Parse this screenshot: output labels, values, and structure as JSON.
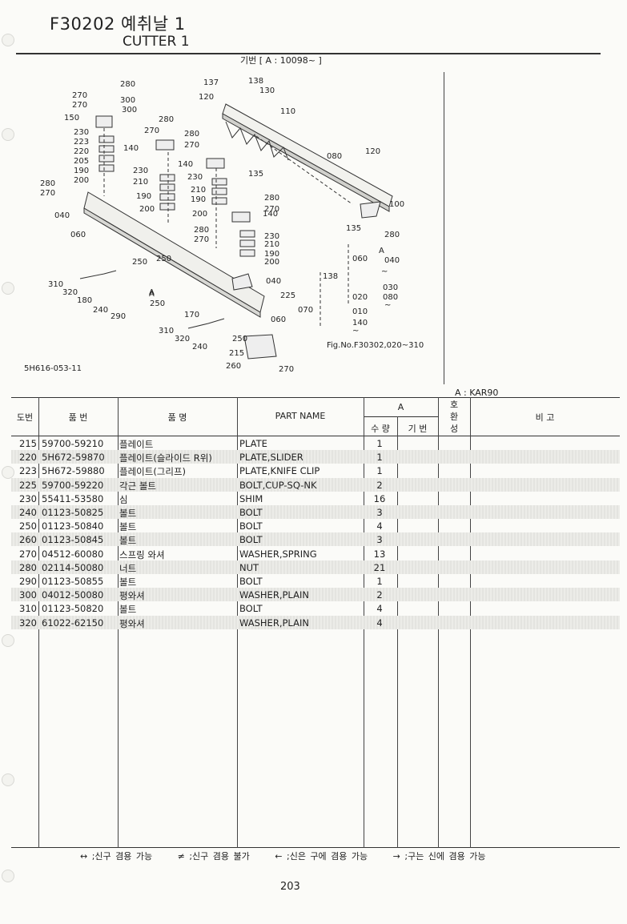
{
  "header": {
    "code_title": "F30202  예취날 1",
    "en_title": "CUTTER 1",
    "serial_range": "기번 [ A : 10098~ ]"
  },
  "diagram": {
    "doc_code": "5H616-053-11",
    "fig_ref": "Fig.No.F30302,020~310",
    "callouts": [
      "280",
      "270",
      "300",
      "270",
      "300",
      "150",
      "230",
      "223",
      "220",
      "205",
      "190",
      "200",
      "280",
      "270",
      "040",
      "060",
      "250",
      "310",
      "320",
      "180",
      "240",
      "290",
      "A",
      "280",
      "270",
      "140",
      "230",
      "210",
      "190",
      "200",
      "137",
      "138",
      "120",
      "130",
      "110",
      "280",
      "270",
      "140",
      "230",
      "210",
      "190",
      "200",
      "280",
      "270",
      "280",
      "270",
      "140",
      "230",
      "210",
      "190",
      "200",
      "135",
      "080",
      "120",
      "100",
      "135",
      "250",
      "040",
      "225",
      "A",
      "250",
      "060",
      "170",
      "310",
      "320",
      "240",
      "250",
      "215",
      "260",
      "270",
      "280",
      "A",
      "040",
      "~",
      "060",
      "030",
      "080",
      "~",
      "138",
      "020",
      "070",
      "010",
      "140",
      "~",
      "280"
    ]
  },
  "variant_label": "A : KAR90",
  "table": {
    "headers": {
      "no": "도번",
      "part_no": "품   번",
      "name_kr": "품         명",
      "name_en": "PART  NAME",
      "group_a": "A",
      "qty": "수 량",
      "serial": "기 번",
      "compat": "호 환 성",
      "remarks": "비      고"
    },
    "rows": [
      {
        "no": "215",
        "part_no": "59700-59210",
        "name_kr": "플레이트",
        "name_en": "PLATE",
        "qty": "1"
      },
      {
        "no": "220",
        "part_no": "5H672-59870",
        "name_kr": "플레이트(슬라이드 R위)",
        "name_en": "PLATE,SLIDER",
        "qty": "1"
      },
      {
        "no": "223",
        "part_no": "5H672-59880",
        "name_kr": "플레이트(그리프)",
        "name_en": "PLATE,KNIFE CLIP",
        "qty": "1"
      },
      {
        "no": "225",
        "part_no": "59700-59220",
        "name_kr": "각근 볼트",
        "name_en": "BOLT,CUP-SQ-NK",
        "qty": "2"
      },
      {
        "no": "230",
        "part_no": "55411-53580",
        "name_kr": "심",
        "name_en": "SHIM",
        "qty": "16"
      },
      {
        "no": "240",
        "part_no": "01123-50825",
        "name_kr": "볼트",
        "name_en": "BOLT",
        "qty": "3"
      },
      {
        "no": "250",
        "part_no": "01123-50840",
        "name_kr": "볼트",
        "name_en": "BOLT",
        "qty": "4"
      },
      {
        "no": "260",
        "part_no": "01123-50845",
        "name_kr": "볼트",
        "name_en": "BOLT",
        "qty": "3"
      },
      {
        "no": "270",
        "part_no": "04512-60080",
        "name_kr": "스프링 와셔",
        "name_en": "WASHER,SPRING",
        "qty": "13"
      },
      {
        "no": "280",
        "part_no": "02114-50080",
        "name_kr": "너트",
        "name_en": "NUT",
        "qty": "21"
      },
      {
        "no": "290",
        "part_no": "01123-50855",
        "name_kr": "볼트",
        "name_en": "BOLT",
        "qty": "1"
      },
      {
        "no": "300",
        "part_no": "04012-50080",
        "name_kr": "평와셔",
        "name_en": "WASHER,PLAIN",
        "qty": "2"
      },
      {
        "no": "310",
        "part_no": "01123-50820",
        "name_kr": "볼트",
        "name_en": "BOLT",
        "qty": "4"
      },
      {
        "no": "320",
        "part_no": "61022-62150",
        "name_kr": "평와셔",
        "name_en": "WASHER,PLAIN",
        "qty": "4"
      }
    ]
  },
  "legend": {
    "l1": "↔ ;신구 겸용 가능",
    "l2": "≠ ;신구 겸용 불가",
    "l3": "← ;신은 구에 겸용 가능",
    "l4": "→ ;구는 신에 겸용 가능"
  },
  "page_number": "203"
}
